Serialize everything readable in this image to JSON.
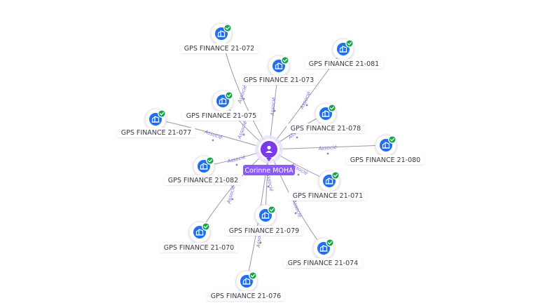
{
  "center": {
    "name": "Corinne MOHA",
    "icon": "person-icon",
    "color": "#7c3aed"
  },
  "edge_label": "Associé",
  "company_icon": "building-icon",
  "verified_icon": "check-badge-icon",
  "colors": {
    "company": "#1d6ff2",
    "verified": "#16a34a",
    "edge_label": "#7a6cf0"
  },
  "nodes": [
    {
      "id": "n072",
      "name": "GPS FINANCE 21-072"
    },
    {
      "id": "n073",
      "name": "GPS FINANCE 21-073"
    },
    {
      "id": "n081",
      "name": "GPS FINANCE 21-081"
    },
    {
      "id": "n075",
      "name": "GPS FINANCE 21-075"
    },
    {
      "id": "n078",
      "name": "GPS FINANCE 21-078"
    },
    {
      "id": "n077",
      "name": "GPS FINANCE 21-077"
    },
    {
      "id": "n080",
      "name": "GPS FINANCE 21-080"
    },
    {
      "id": "n082",
      "name": "GPS FINANCE 21-082"
    },
    {
      "id": "n071",
      "name": "GPS FINANCE 21-071"
    },
    {
      "id": "n079",
      "name": "GPS FINANCE 21-079"
    },
    {
      "id": "n070",
      "name": "GPS FINANCE 21-070"
    },
    {
      "id": "n074",
      "name": "GPS FINANCE 21-074"
    },
    {
      "id": "n076",
      "name": "GPS FINANCE 21-076"
    }
  ]
}
